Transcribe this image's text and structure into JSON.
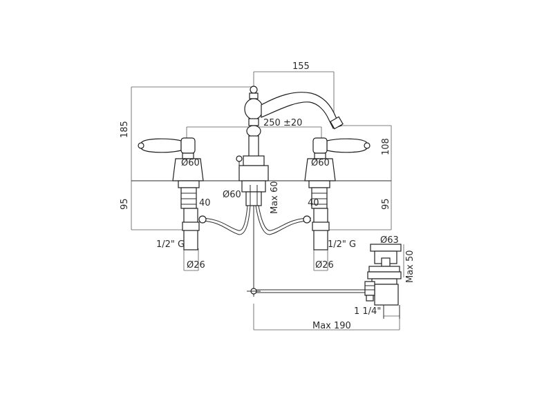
{
  "dimensions": {
    "spout_reach": "155",
    "total_height": "185",
    "centres": "250 ±20",
    "handle_height": "108",
    "left_base_dia": "Ø60",
    "right_base_dia": "Ø60",
    "centre_base_dia": "Ø60",
    "max_60": "Max 60",
    "left_depth": "95",
    "right_depth": "95",
    "left_40": "40",
    "right_40": "40",
    "left_thread": "1/2\" G",
    "right_thread": "1/2\" G",
    "left_pipe_dia": "Ø26",
    "right_pipe_dia": "Ø26",
    "waste_dia": "Ø63",
    "waste_max_50": "Max 50",
    "waste_thread": "1 1/4\"",
    "max_190": "Max 190"
  },
  "colors": {
    "line": "#2a2a2a",
    "background": "#ffffff"
  }
}
